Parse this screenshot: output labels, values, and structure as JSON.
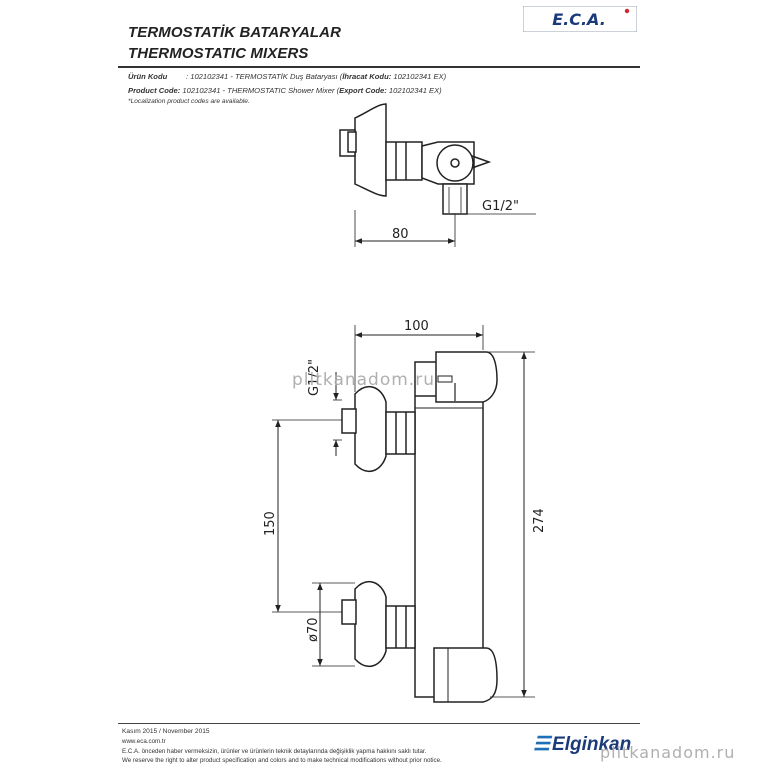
{
  "header": {
    "title_tr": "TERMOSTATİK BATARYALAR",
    "title_en": "THERMOSTATIC MIXERS",
    "logo_text": "E.C.A."
  },
  "product": {
    "tr_label": "Ürün Kodu",
    "tr_value": ": 102102341 - TERMOSTATİK Duş Bataryası (",
    "tr_export_label": "İhracat Kodu:",
    "tr_export_value": " 102102341 EX)",
    "en_label": "Product Code:",
    "en_value": " 102102341 - THERMOSTATIC Shower Mixer (",
    "en_export_label": "Export Code:",
    "en_export_value": " 102102341 EX)",
    "note": "*Localization product codes are available."
  },
  "dimensions": {
    "depth": "80",
    "thread_side": "G1/2\"",
    "width": "100",
    "thread_front": "G1/2\"",
    "center_distance": "150",
    "height": "274",
    "diameter": "ø70"
  },
  "footer": {
    "date": "Kasım 2015 / November 2015",
    "website": "www.eca.com.tr",
    "disclaimer_tr": "E.C.A. önceden haber vermeksizin, ürünler ve ürünlerin teknik detaylarında değişiklik yapma hakkını saklı tutar.",
    "disclaimer_en": "We reserve the right to alter product specification and colors and to make technical modifications without prior notice.",
    "brand": "Elginkan"
  },
  "watermark": {
    "text": "plitkanadom.ru"
  },
  "colors": {
    "line": "#222222",
    "brand_blue": "#1b3a7a",
    "logo_red": "#d22630"
  }
}
